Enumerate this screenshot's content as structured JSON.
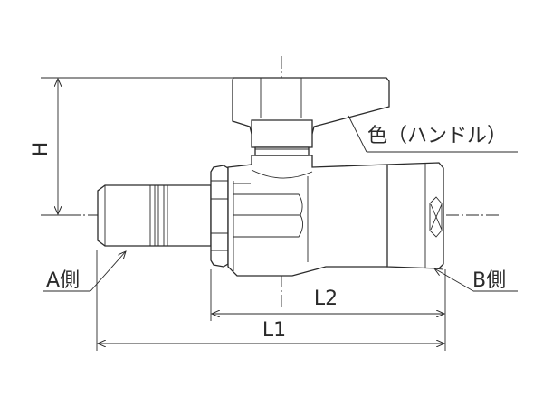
{
  "labels": {
    "height": "H",
    "handle_color": "色（ハンドル）",
    "side_a": "A側",
    "side_b": "B側",
    "length_l2": "L2",
    "length_l1": "L1"
  }
}
